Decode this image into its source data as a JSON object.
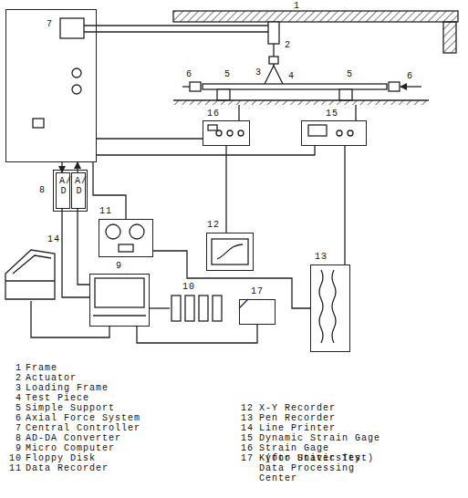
{
  "diagram": {
    "nodes": [
      {
        "text": [
          "7"
        ]
      },
      {
        "text": [
          "8"
        ]
      },
      {
        "text": [
          "A/D"
        ],
        "in": 1
      },
      {
        "text": [
          "A/D"
        ],
        "in": 1
      },
      {
        "text": [
          "9"
        ]
      },
      {
        "text": [
          "10"
        ]
      },
      {
        "text": [
          "11"
        ]
      },
      {
        "text": [
          "12"
        ]
      },
      {
        "text": [
          "13"
        ]
      },
      {
        "text": [
          "14"
        ]
      },
      {
        "text": [
          "15"
        ]
      },
      {
        "text": [
          "16"
        ]
      },
      {
        "text": [
          "17"
        ]
      }
    ],
    "edges": [
      {
        "from": 0,
        "to": 2,
        "arrow": "to"
      },
      {
        "from": 3,
        "to": 0,
        "arrow": "to"
      },
      {
        "from": 2,
        "to": 4,
        "arrow": "none"
      },
      {
        "from": 3,
        "to": 4,
        "arrow": "none"
      },
      {
        "from": 9,
        "to": 4,
        "arrow": "none"
      },
      {
        "from": 4,
        "to": 5,
        "arrow": "none"
      },
      {
        "from": 4,
        "to": 12,
        "arrow": "none"
      },
      {
        "from": 0,
        "to": 6,
        "arrow": "none"
      },
      {
        "from": 11,
        "to": 0,
        "arrow": "none"
      },
      {
        "from": 10,
        "to": 0,
        "arrow": "none"
      },
      {
        "from": 11,
        "to": 7,
        "arrow": "none"
      },
      {
        "from": 10,
        "to": 8,
        "arrow": "none"
      },
      {
        "from": 6,
        "to": 8,
        "arrow": "none"
      }
    ],
    "labels": [
      "1",
      "2",
      "3",
      "4",
      "5",
      "5",
      "6",
      "6",
      "1",
      "Frame",
      "2",
      "Actuator",
      "3",
      "Loading Frame",
      "4",
      "Test Piece",
      "5",
      "Simple Support",
      "6",
      "Axial Force System",
      "7",
      "Central Controller",
      "8",
      "AD-DA Converter",
      "9",
      "Micro Computer",
      "10",
      "Floppy Disk",
      "11",
      "Data Recorder",
      "12",
      "X-Y Recorder",
      "13",
      "Pen Recorder",
      "14",
      "Line Printer",
      "15",
      "Dynamic Strain Gage",
      "16",
      "Strain Gage",
      "(for Static Test)",
      "17",
      "Kyoto University Data Processing Center"
    ]
  }
}
